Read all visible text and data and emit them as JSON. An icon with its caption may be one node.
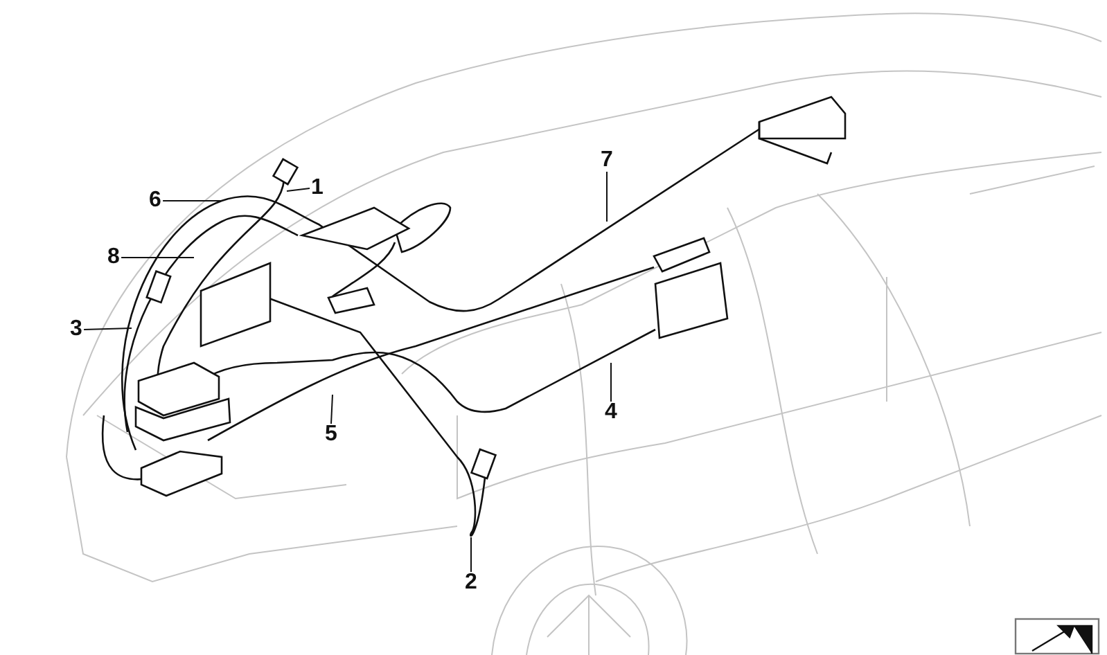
{
  "diagram": {
    "nodes": [
      {
        "text": [
          "7"
        ]
      },
      {
        "text": [
          "1"
        ]
      },
      {
        "text": [
          "6"
        ]
      },
      {
        "text": [
          "8"
        ]
      },
      {
        "text": [
          "3"
        ]
      },
      {
        "text": [
          "4"
        ]
      },
      {
        "text": [
          "5"
        ]
      },
      {
        "text": [
          "2"
        ]
      }
    ],
    "edges": [
      {
        "from": 0,
        "to": null,
        "arrow": "none"
      },
      {
        "from": 1,
        "to": null,
        "arrow": "none"
      },
      {
        "from": 2,
        "to": null,
        "arrow": "none"
      },
      {
        "from": 3,
        "to": null,
        "arrow": "none"
      },
      {
        "from": 4,
        "to": null,
        "arrow": "none"
      },
      {
        "from": 5,
        "to": null,
        "arrow": "none"
      },
      {
        "from": 6,
        "to": null,
        "arrow": "none"
      },
      {
        "from": 7,
        "to": null,
        "arrow": "none"
      }
    ]
  }
}
